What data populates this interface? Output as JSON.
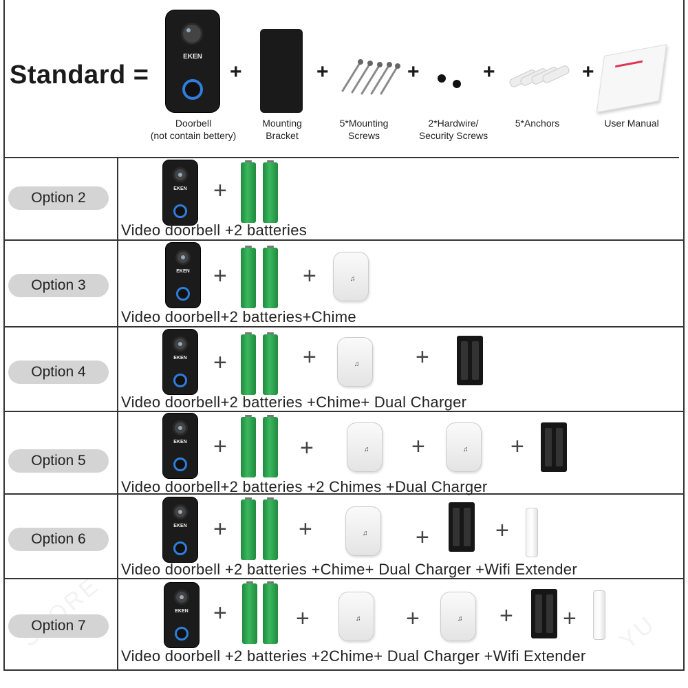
{
  "standard": {
    "title": "Standard =",
    "brand": "EKEN",
    "items": [
      {
        "line1": "Doorbell",
        "line2": "(not contain bettery)"
      },
      {
        "line1": "Mounting",
        "line2": "Bracket"
      },
      {
        "line1": "5*Mounting",
        "line2": "Screws"
      },
      {
        "line1": "2*Hardwire/",
        "line2": "Security Screws"
      },
      {
        "line1": "5*Anchors",
        "line2": ""
      },
      {
        "line1": "User Manual",
        "line2": ""
      }
    ]
  },
  "plus": "+",
  "options": [
    {
      "label": "Option 2",
      "caption": "Video doorbell +2 batteries"
    },
    {
      "label": "Option 3",
      "caption": "Video doorbell+2 batteries+Chime"
    },
    {
      "label": "Option 4",
      "caption": "Video doorbell+2 batteries +Chime+ Dual Charger"
    },
    {
      "label": "Option 5",
      "caption": "Video doorbell+2 batteries +2 Chimes +Dual Charger"
    },
    {
      "label": "Option 6",
      "caption": "Video doorbell +2 batteries +Chime+ Dual Charger +Wifi Extender"
    },
    {
      "label": "Option 7",
      "caption": "Video doorbell +2 batteries +2Chime+ Dual Charger +Wifi Extender"
    }
  ],
  "watermarks": [
    "STORE",
    "YU"
  ],
  "colors": {
    "pill": "#d4d4d4",
    "battery": "#2fa450",
    "button_ring": "#2f7ddc",
    "border": "#333333"
  }
}
